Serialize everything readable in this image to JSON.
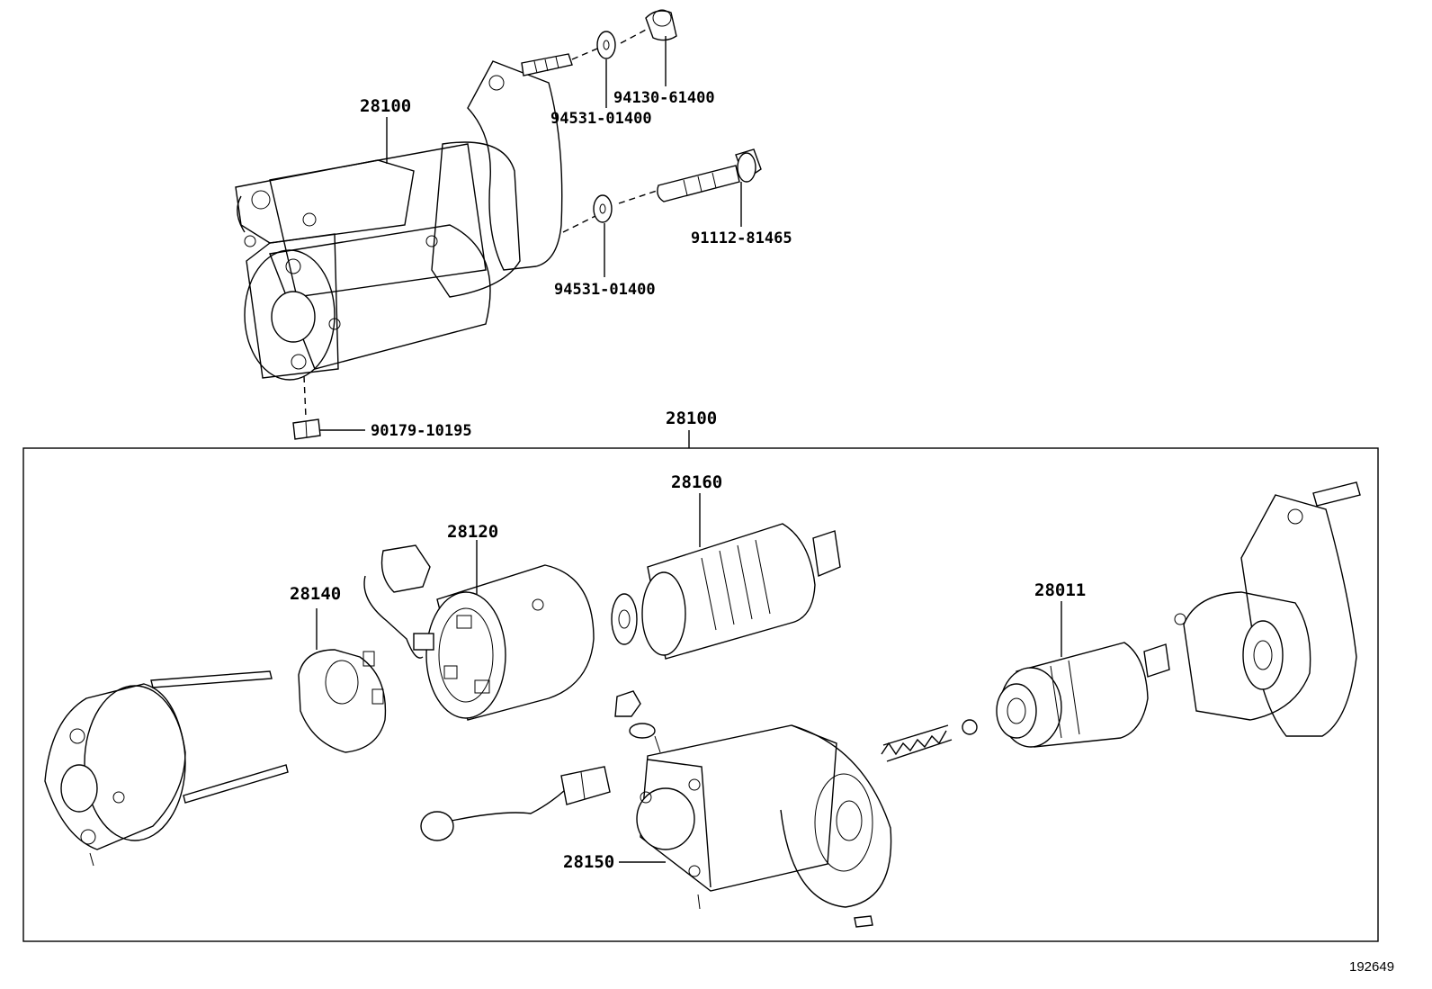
{
  "labels": {
    "assembly_top": "28100",
    "washer_upper": "94531-01400",
    "collar": "94130-61400",
    "bolt": "91112-81465",
    "washer_lower": "94531-01400",
    "nut": "90179-10195",
    "assembly_box": "28100",
    "armature": "28160",
    "yoke": "28120",
    "brush_holder": "28140",
    "clutch": "28011",
    "switch": "28150"
  },
  "reference_number": "192649"
}
